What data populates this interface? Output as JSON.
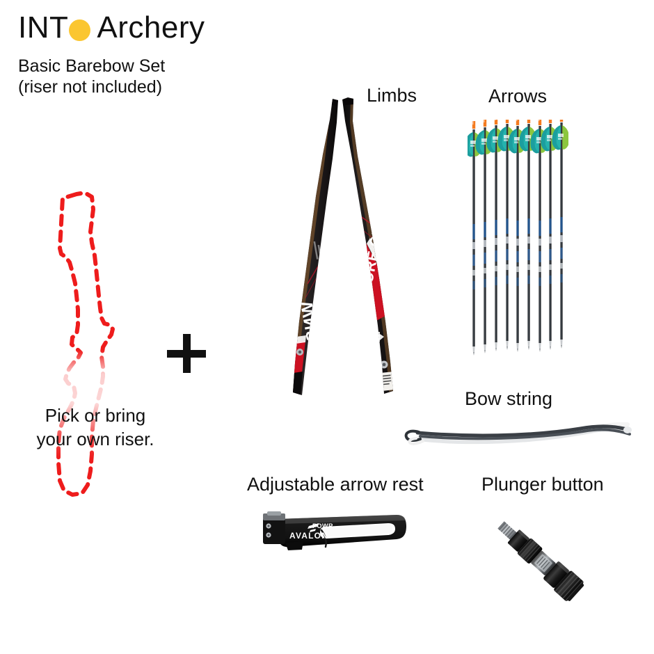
{
  "brand": {
    "prefix": "INT",
    "dot_icon": "filled-circle-logo-dot",
    "dot_color": "#FBC630",
    "word": "Archery"
  },
  "subtitle": {
    "line1": "Basic Barebow Set",
    "line2": "(riser not included)"
  },
  "labels": {
    "limbs": "Limbs",
    "arrows": "Arrows",
    "bow_string": "Bow string",
    "arrow_rest": "Adjustable arrow rest",
    "plunger_button": "Plunger button"
  },
  "riser": {
    "caption_line1": "Pick or bring",
    "caption_line2": "your own riser.",
    "outline_color": "#EE1C1C",
    "outline_style": "dashed"
  },
  "plus_sign": "+",
  "products": {
    "limbs": {
      "brand_left": "WNS",
      "model_right": "EXPLORE CB1",
      "body_color": "#1A1718",
      "accent_color": "#CC1122"
    },
    "arrows": {
      "count": 9,
      "nock_color": "#F47B20",
      "vane_color_primary": "#1C9E9E",
      "vane_color_secondary": "#8CC63F",
      "shaft_color": "#2B2F33"
    },
    "bow_string": {
      "strand_dark_color": "#3A3F45",
      "strand_light_color": "#F2F2F2"
    },
    "arrow_rest": {
      "brand": "AVALON",
      "sub_brand": "POWR",
      "body_color": "#171717"
    },
    "plunger_button": {
      "body_color": "#1E1E1E",
      "shaft_color": "#9B9B9B"
    }
  },
  "background_color": "#FFFFFF"
}
